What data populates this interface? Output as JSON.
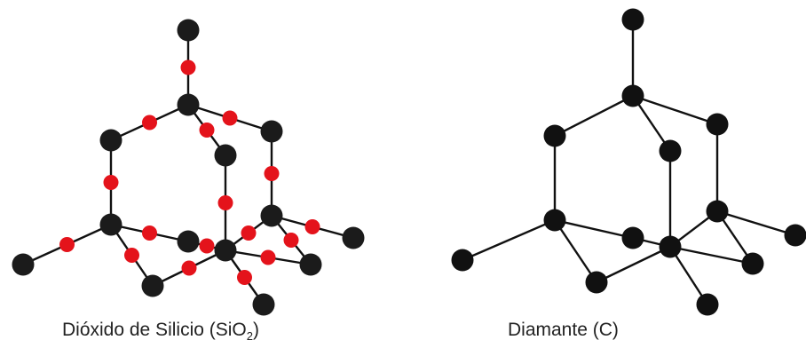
{
  "colors": {
    "silicon": "#1b1b1b",
    "oxygen": "#e4131b",
    "carbon": "#111111",
    "bond": "#111111",
    "caption": "#222222"
  },
  "captions": {
    "sio2": {
      "prefix": "Dióxido de Silicio (SiO",
      "subscript": "2",
      "suffix": ")"
    },
    "diamond": {
      "text": "Diamante (C)"
    }
  }
}
